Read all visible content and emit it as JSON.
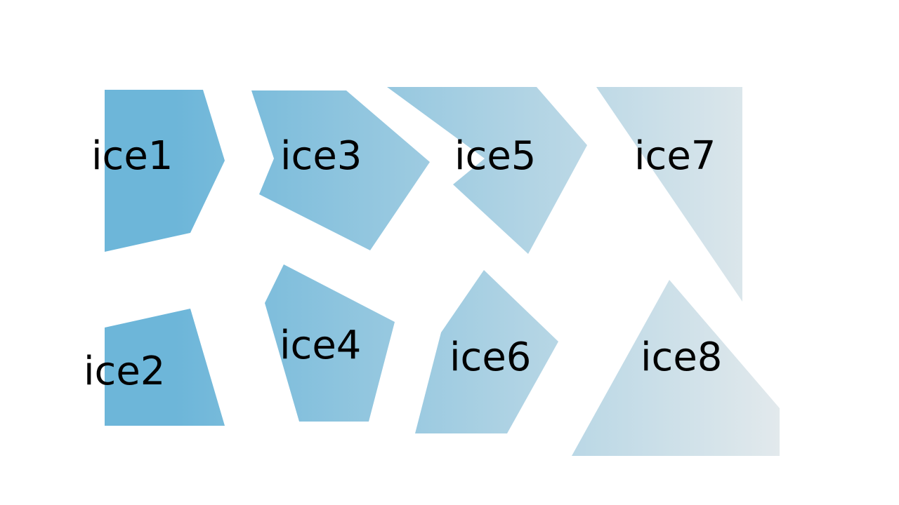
{
  "colors": {
    "gradient_start": "#6db6d9",
    "gradient_end": "#e2e9ec",
    "label": "#000000",
    "background": "#ffffff"
  },
  "pieces": [
    {
      "id": "ice1",
      "label": "ice1"
    },
    {
      "id": "ice2",
      "label": "ice2"
    },
    {
      "id": "ice3",
      "label": "ice3"
    },
    {
      "id": "ice4",
      "label": "ice4"
    },
    {
      "id": "ice5",
      "label": "ice5"
    },
    {
      "id": "ice6",
      "label": "ice6"
    },
    {
      "id": "ice7",
      "label": "ice7"
    },
    {
      "id": "ice8",
      "label": "ice8"
    }
  ]
}
